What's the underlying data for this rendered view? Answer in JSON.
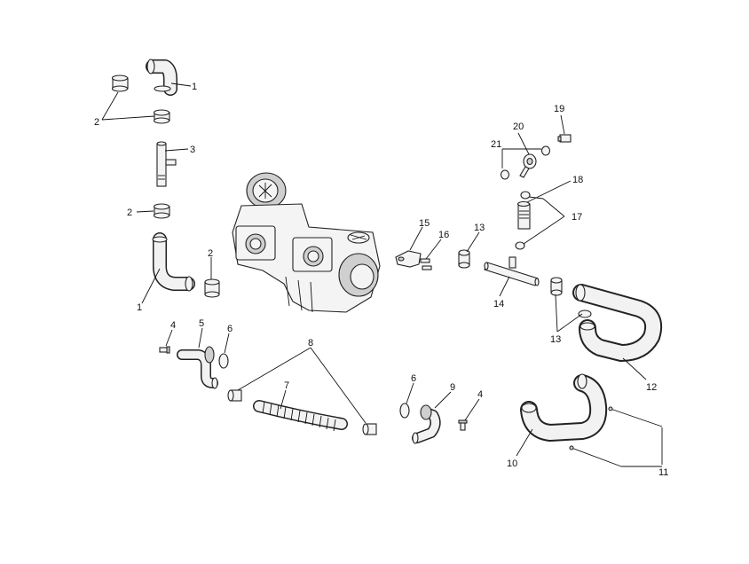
{
  "diagram": {
    "callouts": {
      "c1a": "1",
      "c1b": "1",
      "c2a": "2",
      "c2b": "2",
      "c2c": "2",
      "c3": "3",
      "c4a": "4",
      "c4b": "4",
      "c5": "5",
      "c6a": "6",
      "c6b": "6",
      "c7": "7",
      "c8": "8",
      "c9": "9",
      "c10": "10",
      "c11": "11",
      "c12": "12",
      "c13a": "13",
      "c13b": "13",
      "c14": "14",
      "c15": "15",
      "c16": "16",
      "c17": "17",
      "c18": "18",
      "c19": "19",
      "c20": "20",
      "c21": "21"
    }
  }
}
